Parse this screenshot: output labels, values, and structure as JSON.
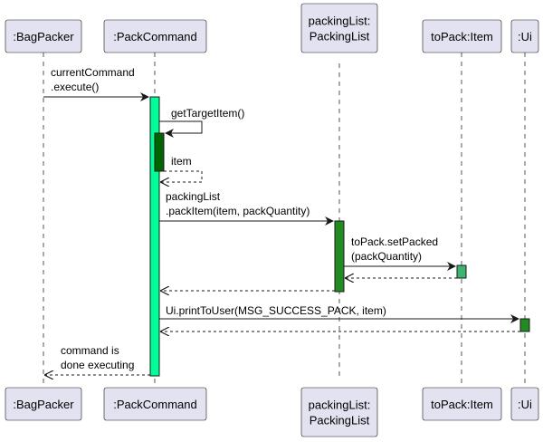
{
  "participants": [
    {
      "id": "bagpacker",
      "lines": [
        ":BagPacker"
      ]
    },
    {
      "id": "packcommand",
      "lines": [
        ":PackCommand"
      ]
    },
    {
      "id": "packinglist",
      "lines": [
        "packingList:",
        "PackingList"
      ]
    },
    {
      "id": "topack",
      "lines": [
        "toPack:Item"
      ]
    },
    {
      "id": "ui",
      "lines": [
        ":Ui"
      ]
    }
  ],
  "messages": [
    {
      "id": "m1",
      "lines": [
        "currentCommand",
        ".execute()"
      ]
    },
    {
      "id": "m2",
      "lines": [
        "getTargetItem()"
      ]
    },
    {
      "id": "m3",
      "lines": [
        "item"
      ]
    },
    {
      "id": "m4",
      "lines": [
        "packingList",
        ".packItem(item, packQuantity)"
      ]
    },
    {
      "id": "m5",
      "lines": [
        "toPack.setPacked",
        "(packQuantity)"
      ]
    },
    {
      "id": "m6",
      "lines": []
    },
    {
      "id": "m7",
      "lines": []
    },
    {
      "id": "m8",
      "lines": [
        "Ui.printToUser(MSG_SUCCESS_PACK, item)"
      ]
    },
    {
      "id": "m9",
      "lines": []
    },
    {
      "id": "m10",
      "lines": [
        "command is",
        "done executing"
      ]
    }
  ],
  "colors": {
    "participant_fill": "#e2e2f0",
    "participant_border": "#181818",
    "lifeline": "#555555",
    "activation_packcommand": "#00ff99",
    "activation_nested": "#006400",
    "activation_packinglist": "#228b22",
    "activation_topack": "#3cb371",
    "activation_ui": "#228b22",
    "arrow": "#181818"
  }
}
